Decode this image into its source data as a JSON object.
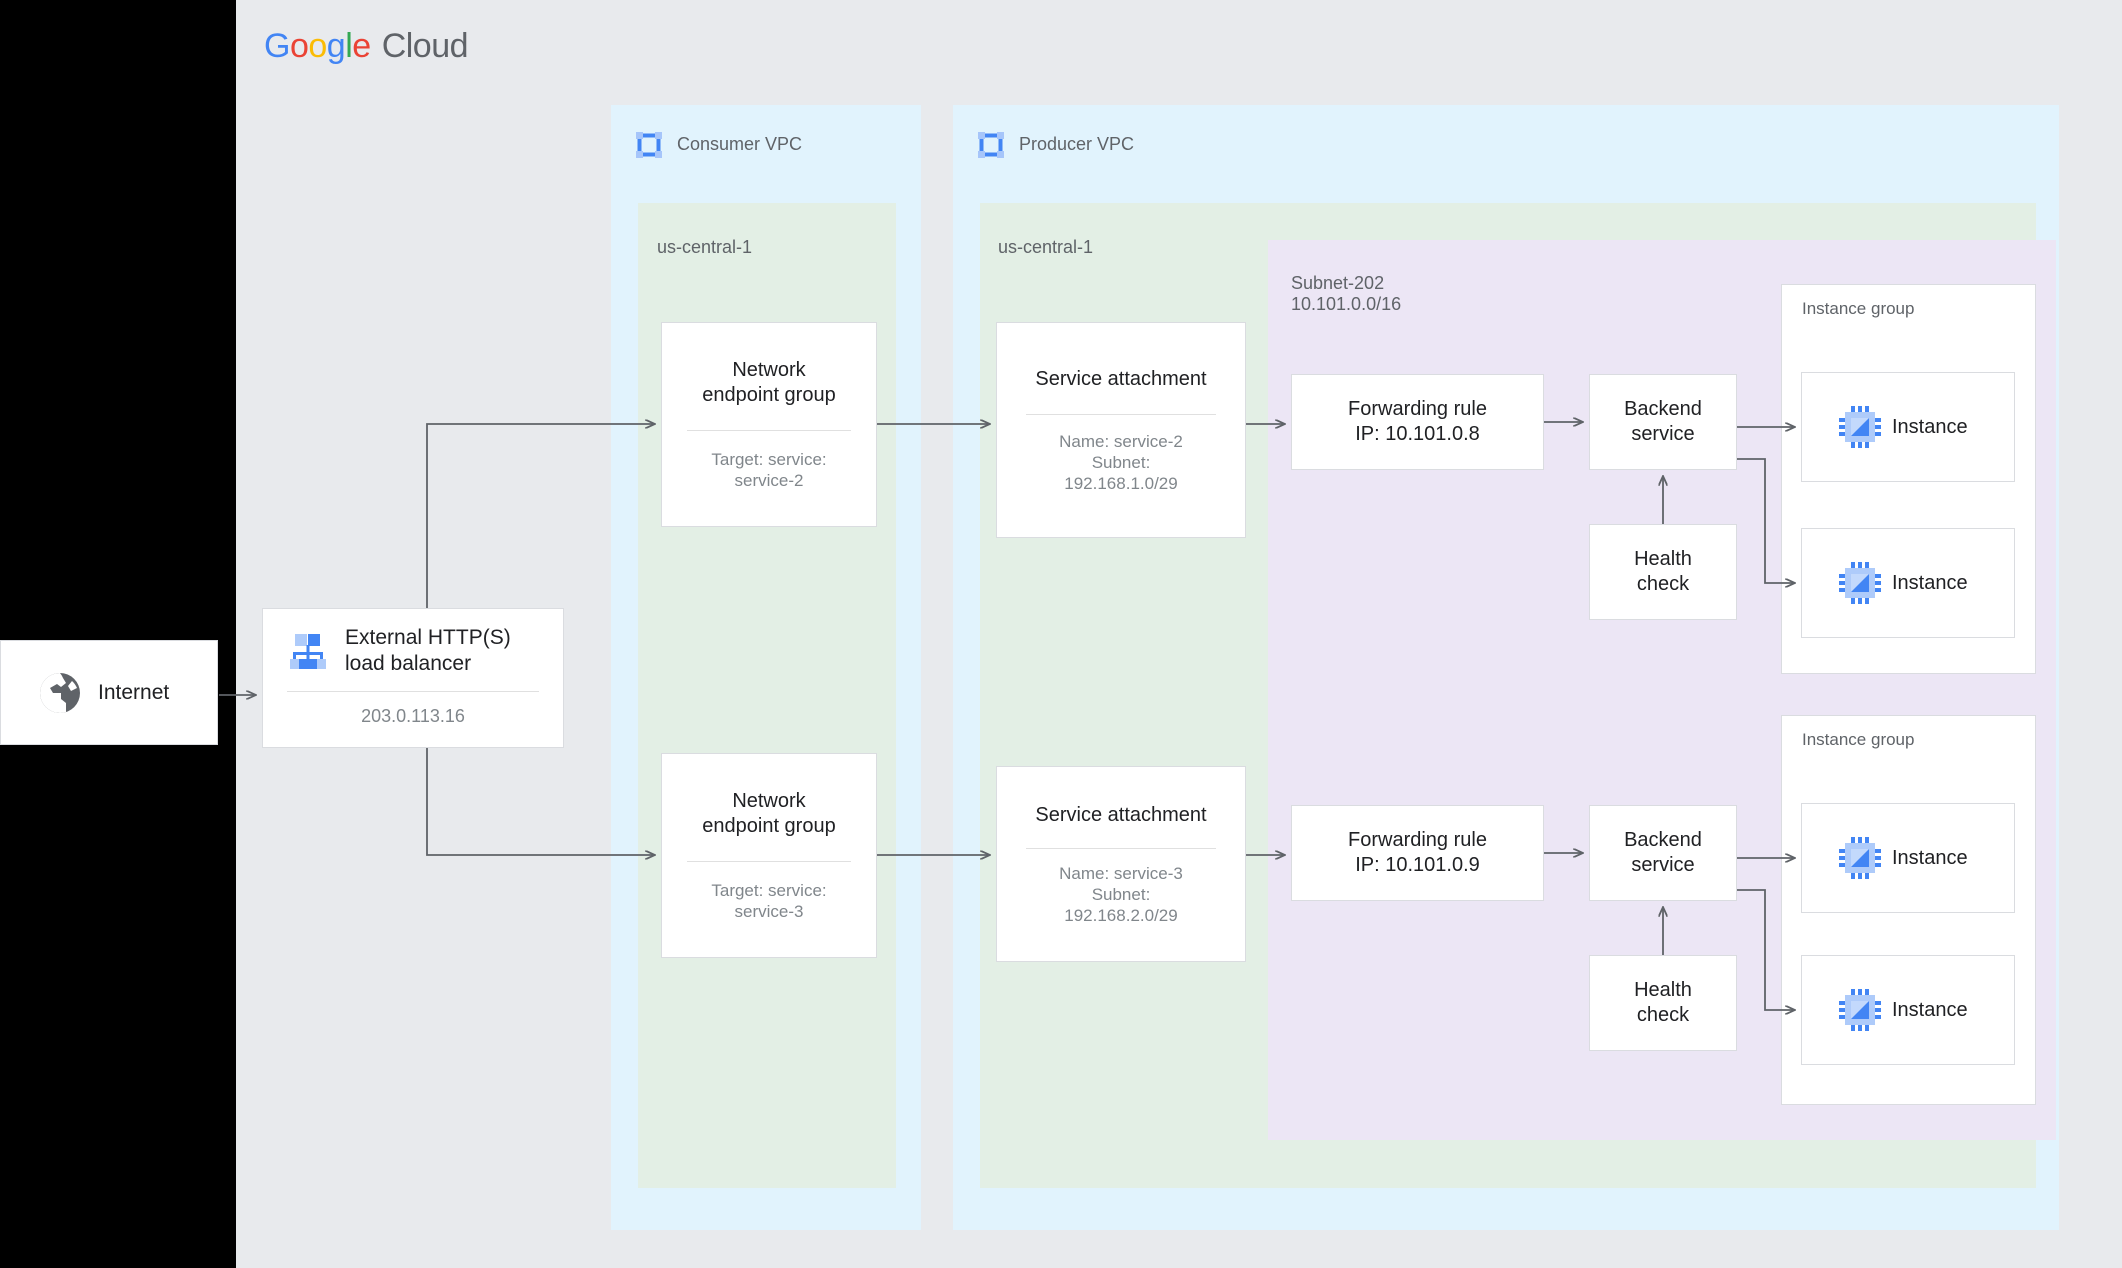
{
  "brand": {
    "google": [
      "G",
      "o",
      "o",
      "g",
      "l",
      "e"
    ],
    "cloud": "Cloud"
  },
  "external": {
    "internet": {
      "label": "Internet",
      "icon": "globe-icon"
    }
  },
  "load_balancer": {
    "title": "External HTTP(S)\nload balancer",
    "ip": "203.0.113.16",
    "icon": "load-balancer-icon"
  },
  "consumer_vpc": {
    "label": "Consumer VPC",
    "icon": "vpc-icon",
    "region": "us-central-1",
    "negs": [
      {
        "title": "Network\nendpoint group",
        "sub": "Target: service:\nservice-2"
      },
      {
        "title": "Network\nendpoint group",
        "sub": "Target: service:\nservice-3"
      }
    ]
  },
  "producer_vpc": {
    "label": "Producer VPC",
    "icon": "vpc-icon",
    "region": "us-central-1",
    "service_attachments": [
      {
        "title": "Service attachment",
        "sub": "Name: service-2\nSubnet:\n192.168.1.0/29"
      },
      {
        "title": "Service attachment",
        "sub": "Name: service-3\nSubnet:\n192.168.2.0/29"
      }
    ],
    "subnet": {
      "name": "Subnet-202",
      "cidr": "10.101.0.0/16"
    },
    "rows": [
      {
        "forwarding_rule": "Forwarding rule\nIP: 10.101.0.8",
        "backend_service": "Backend\nservice",
        "health_check": "Health\ncheck",
        "instance_group": {
          "label": "Instance group",
          "instances": [
            "Instance",
            "Instance"
          ]
        }
      },
      {
        "forwarding_rule": "Forwarding rule\nIP: 10.101.0.9",
        "backend_service": "Backend\nservice",
        "health_check": "Health\ncheck",
        "instance_group": {
          "label": "Instance group",
          "instances": [
            "Instance",
            "Instance"
          ]
        }
      }
    ]
  },
  "colors": {
    "canvas": "#e8eaed",
    "vpc": "#e1f3fd",
    "region": "#e3efe5",
    "subnet": "#ece6f5",
    "node_border": "#dadce0",
    "arrow": "#5f6368",
    "accent_blue": "#4285f4"
  }
}
